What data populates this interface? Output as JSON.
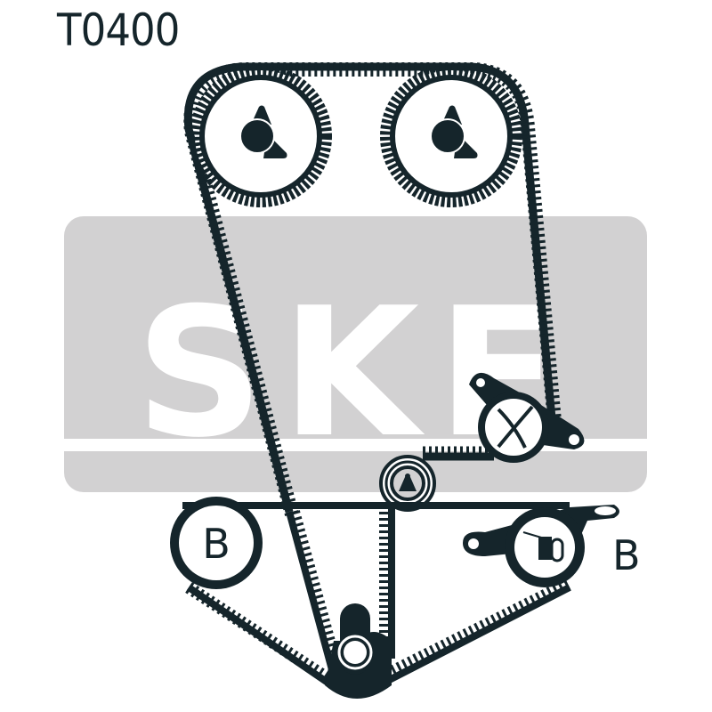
{
  "header": {
    "part_number": "T0400"
  },
  "watermark": {
    "text": "SKF",
    "background_color": "#d2d1d2",
    "text_color": "#ffffff"
  },
  "diagram": {
    "ink_color": "#15252b",
    "pulleys": [
      {
        "name": "camshaft-pulley-left",
        "label": ""
      },
      {
        "name": "camshaft-pulley-right",
        "label": ""
      },
      {
        "name": "tensioner-upper",
        "label": ""
      },
      {
        "name": "idler-pulley",
        "label": ""
      },
      {
        "name": "balance-shaft-pulley-left",
        "label": "B"
      },
      {
        "name": "crankshaft-pulley",
        "label": ""
      },
      {
        "name": "balance-shaft-tensioner",
        "label": "B"
      }
    ]
  }
}
